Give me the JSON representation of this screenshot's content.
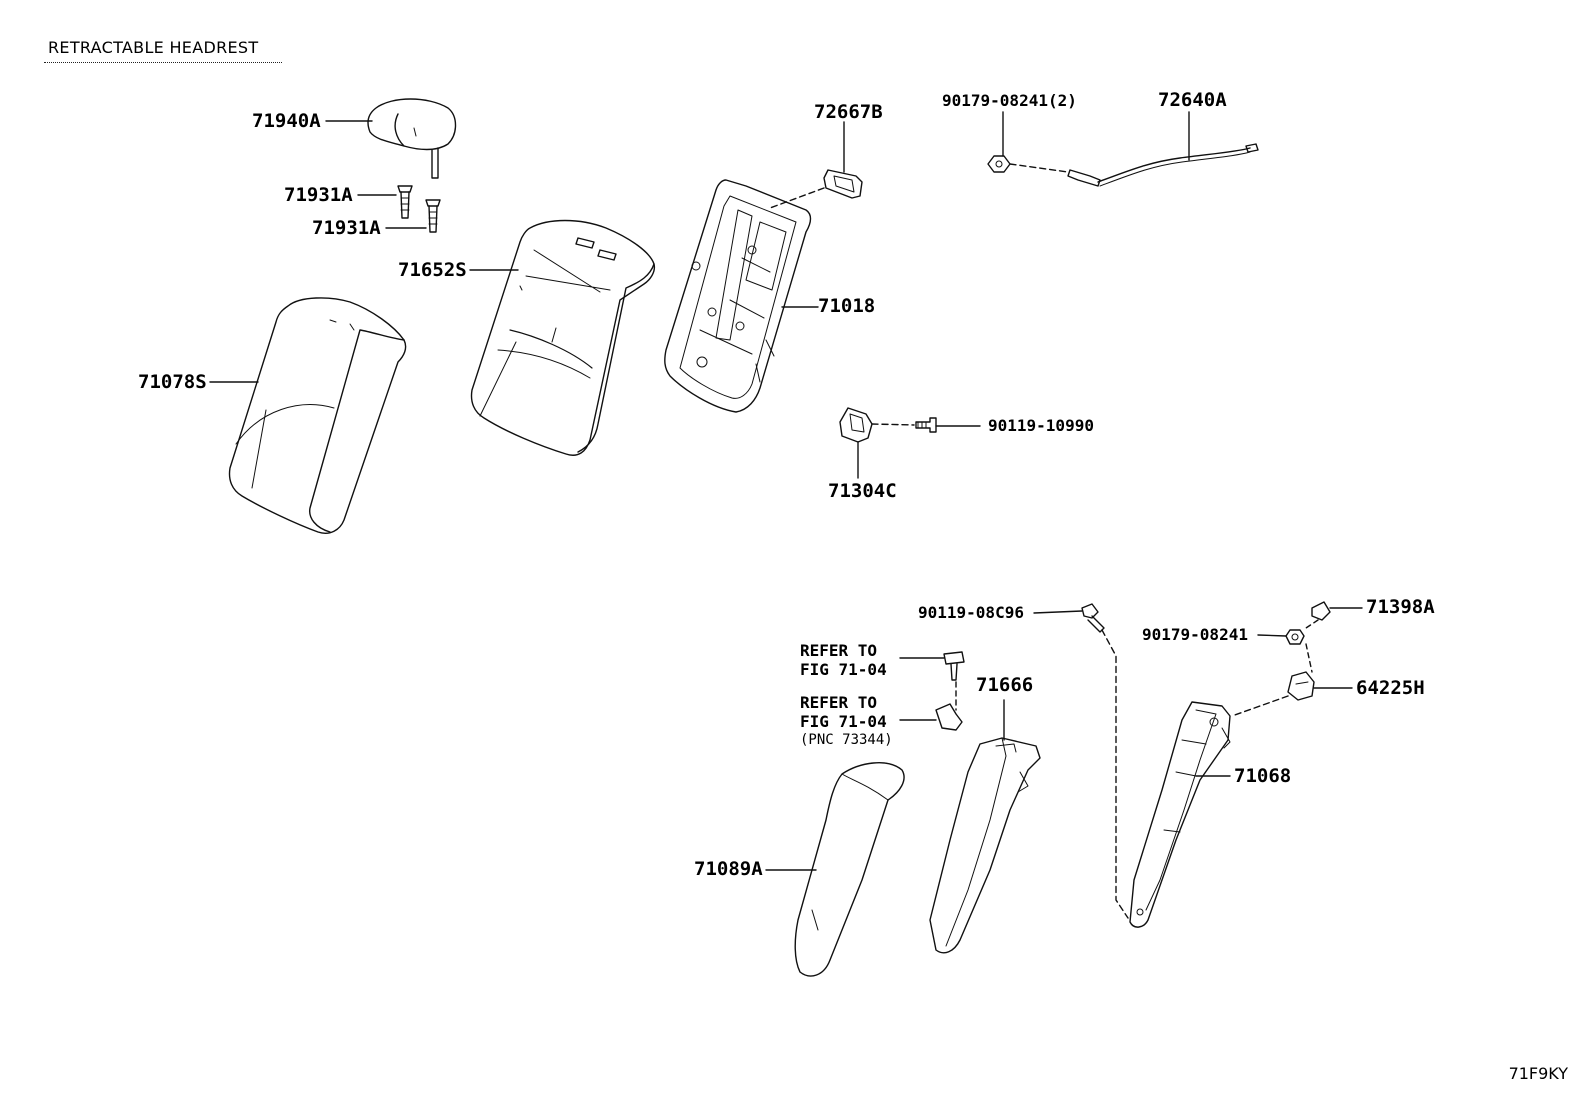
{
  "title": "RETRACTABLE HEADREST",
  "figure_code": "71F9KY",
  "parts": {
    "p71940A": "71940A",
    "p71931A_1": "71931A",
    "p71931A_2": "71931A",
    "p71652S": "71652S",
    "p71078S": "71078S",
    "p72667B": "72667B",
    "p71018": "71018",
    "p90179_08241_2": "90179-08241(2)",
    "p72640A": "72640A",
    "p90119_10990": "90119-10990",
    "p71304C": "71304C",
    "p90119_08C96": "90119-08C96",
    "p71398A": "71398A",
    "p90179_08241": "90179-08241",
    "p64225H": "64225H",
    "p71666": "71666",
    "p71068": "71068",
    "p71089A": "71089A"
  },
  "notes": {
    "refer1_line1": "REFER TO",
    "refer1_line2": "FIG 71-04",
    "refer2_line1": "REFER TO",
    "refer2_line2": "FIG 71-04",
    "refer2_line3": "(PNC 73344)"
  }
}
